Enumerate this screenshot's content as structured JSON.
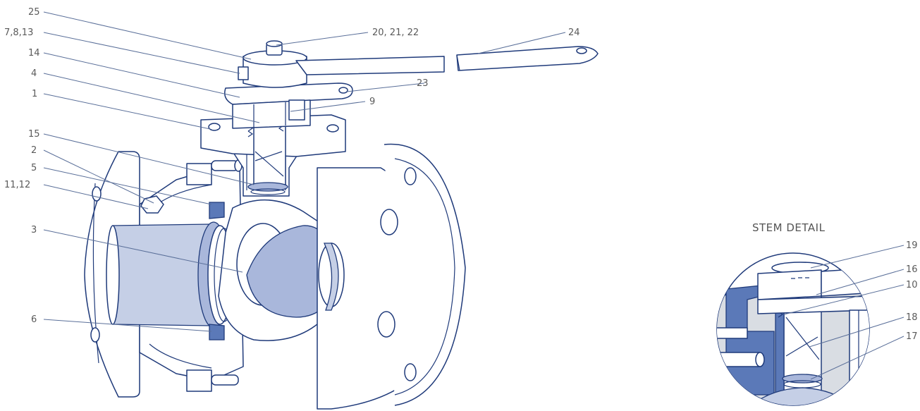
{
  "detail_title": "STEM DETAIL",
  "colors": {
    "outline": "#1f3a7a",
    "leader": "#5a6f99",
    "label": "#5a5a5a",
    "light_fill": "#c5cfe6",
    "mid_fill": "#a9b7db",
    "dark_fill": "#5b79b8",
    "grey_fill": "#d9dde3"
  },
  "callouts": {
    "c25": "25",
    "c7_8_13": "7,8,13",
    "c14": "14",
    "c4": "4",
    "c1": "1",
    "c15": "15",
    "c2": "2",
    "c5": "5",
    "c11_12": "11,12",
    "c3": "3",
    "c6": "6",
    "c20_21_22": "20, 21, 22",
    "c24": "24",
    "c23": "23",
    "c9": "9",
    "c19": "19",
    "c16": "16",
    "c10": "10",
    "c18": "18",
    "c17": "17"
  }
}
